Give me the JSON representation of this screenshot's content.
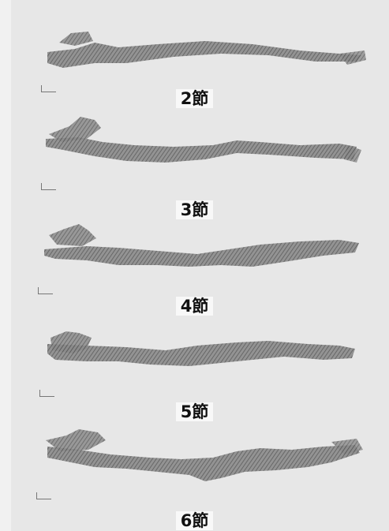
{
  "specimens": [
    {
      "label": "2節"
    },
    {
      "label": "3節"
    },
    {
      "label": "4節"
    },
    {
      "label": "5節"
    },
    {
      "label": "6節"
    }
  ],
  "colors": {
    "paper": "#e7e7e7",
    "rod": "#7f7f7f",
    "rod_dark": "#555555",
    "label": "#111111"
  }
}
